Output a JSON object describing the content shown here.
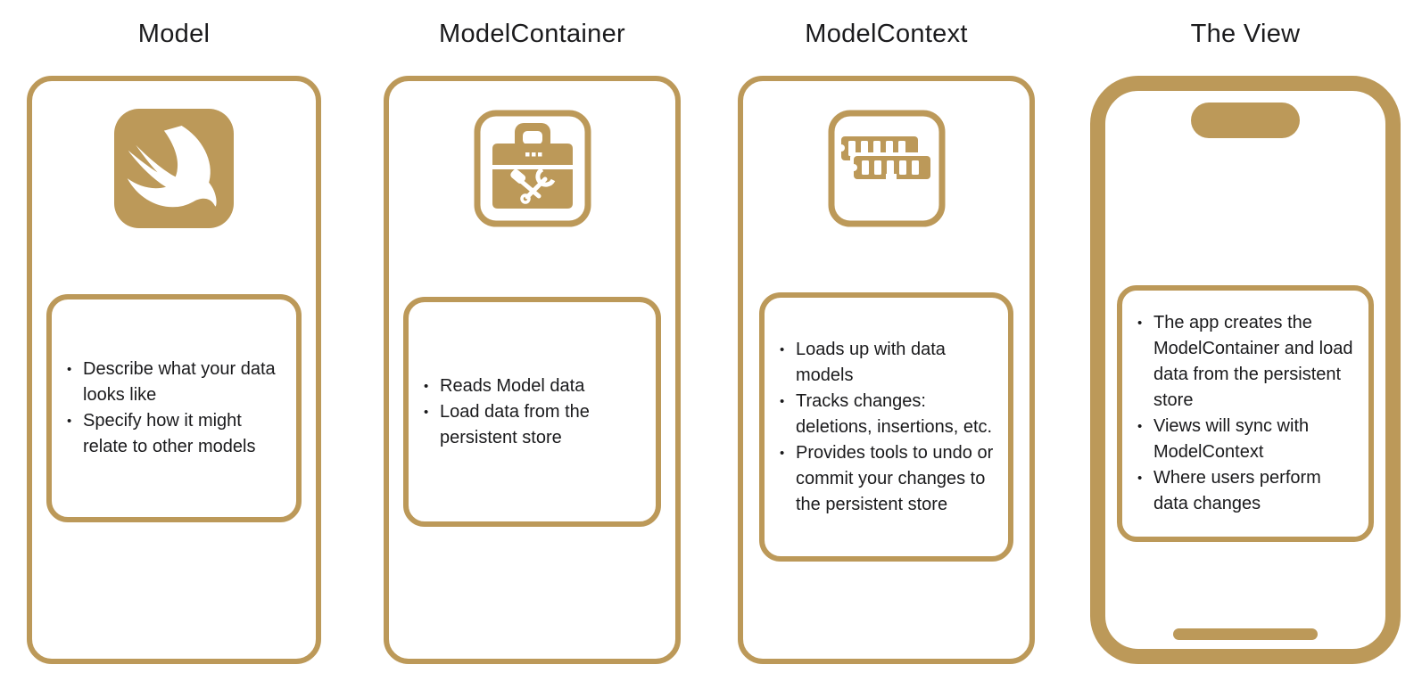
{
  "diagram": {
    "background_color": "#ffffff",
    "accent_color": "#BC9959",
    "text_color": "#1b1b1d"
  },
  "columns": [
    {
      "title": "Model",
      "icon": "swift-logo",
      "bullets": [
        "Describe what your data looks like",
        "Specify how it might relate to other models"
      ]
    },
    {
      "title": "ModelContainer",
      "icon": "toolbox",
      "bullets": [
        "Reads Model data",
        "Load data from the persistent store"
      ]
    },
    {
      "title": "ModelContext",
      "icon": "memory-modules",
      "bullets": [
        "Loads up with data models",
        "Tracks changes: deletions, insertions, etc.",
        "Provides tools to undo or commit your changes to the persistent store"
      ]
    },
    {
      "title": "The View",
      "icon": "iphone-frame",
      "bullets": [
        "The app creates the ModelContainer and load data from the persistent store",
        "Views will sync with ModelContext",
        "Where users perform data changes"
      ]
    }
  ]
}
